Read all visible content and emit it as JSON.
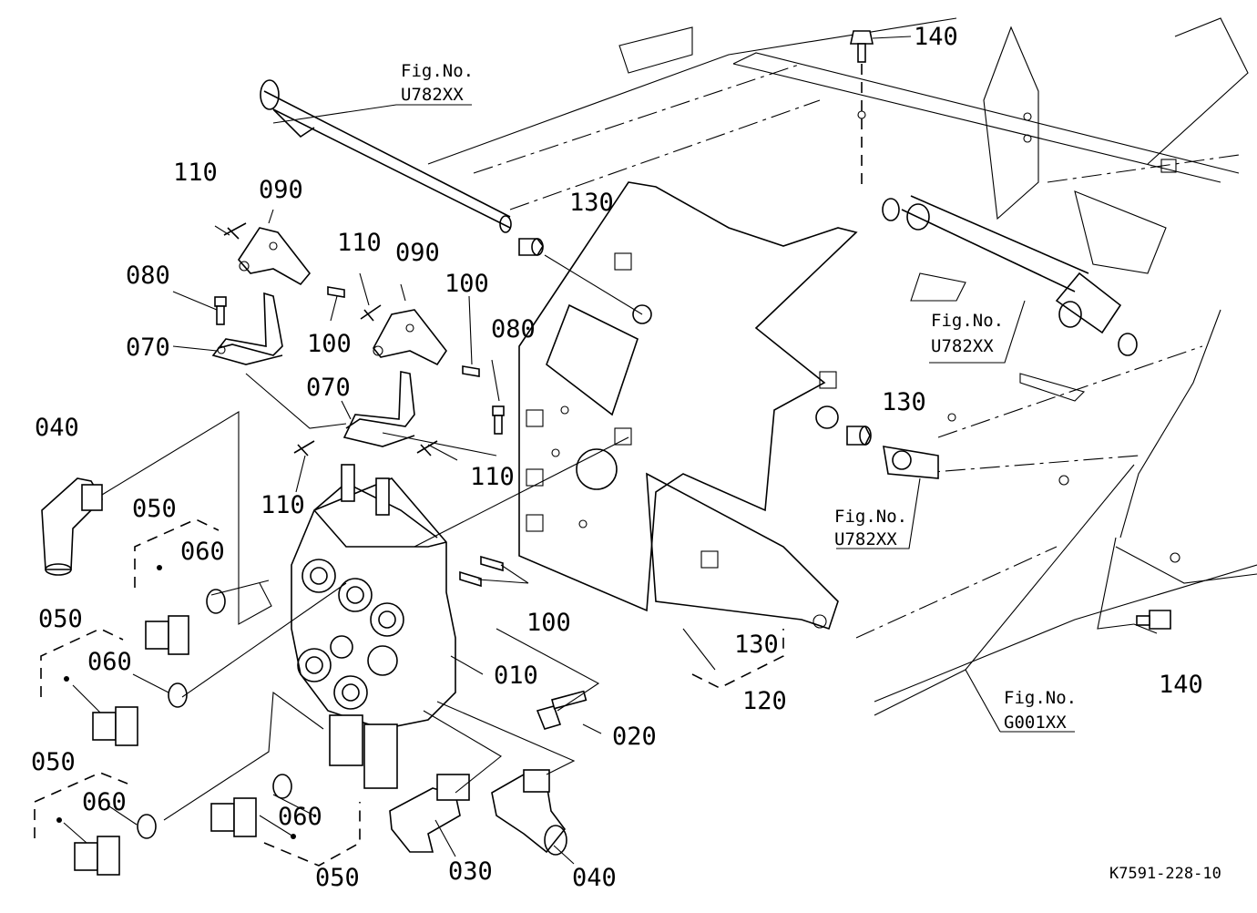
{
  "callouts": {
    "c140a": "140",
    "c140b": "140",
    "c130a": "130",
    "c130b": "130",
    "c130c": "130",
    "c120": "120",
    "c110a": "110",
    "c110b": "110",
    "c110c": "110",
    "c110d": "110",
    "c100a": "100",
    "c100b": "100",
    "c100c": "100",
    "c090a": "090",
    "c090b": "090",
    "c080a": "080",
    "c080b": "080",
    "c070a": "070",
    "c070b": "070",
    "c060a": "060",
    "c060b": "060",
    "c060c": "060",
    "c060d": "060",
    "c050a": "050",
    "c050b": "050",
    "c050c": "050",
    "c050d": "050",
    "c040a": "040",
    "c040b": "040",
    "c030": "030",
    "c020": "020",
    "c010": "010"
  },
  "figure_refs": {
    "fig_label": "Fig.No.",
    "ref1": "U782XX",
    "ref2": "U782XX",
    "ref3": "U782XX",
    "ref4": "G001XX"
  },
  "diagram_code": "K7591-228-10"
}
